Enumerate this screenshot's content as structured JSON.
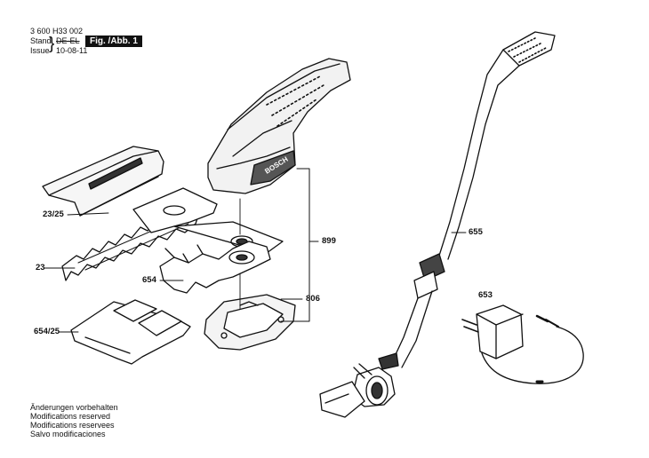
{
  "header": {
    "doc_number": "3 600 H33 002",
    "stand_label": "Stand",
    "stand_value": "DE-EL",
    "issue_label": "Issue",
    "issue_value": "10-08-11",
    "figure_label": "Fig. /Abb. 1"
  },
  "parts": {
    "p_23_25": "23/25",
    "p_23": "23",
    "p_654": "654",
    "p_654_25": "654/25",
    "p_806": "806",
    "p_899": "899",
    "p_655": "655",
    "p_653": "653"
  },
  "branding": {
    "logo": "BOSCH"
  },
  "footer": [
    "Änderungen vorbehalten",
    "Modifications reserved",
    "Modifications reservees",
    "Salvo modificaciones"
  ]
}
